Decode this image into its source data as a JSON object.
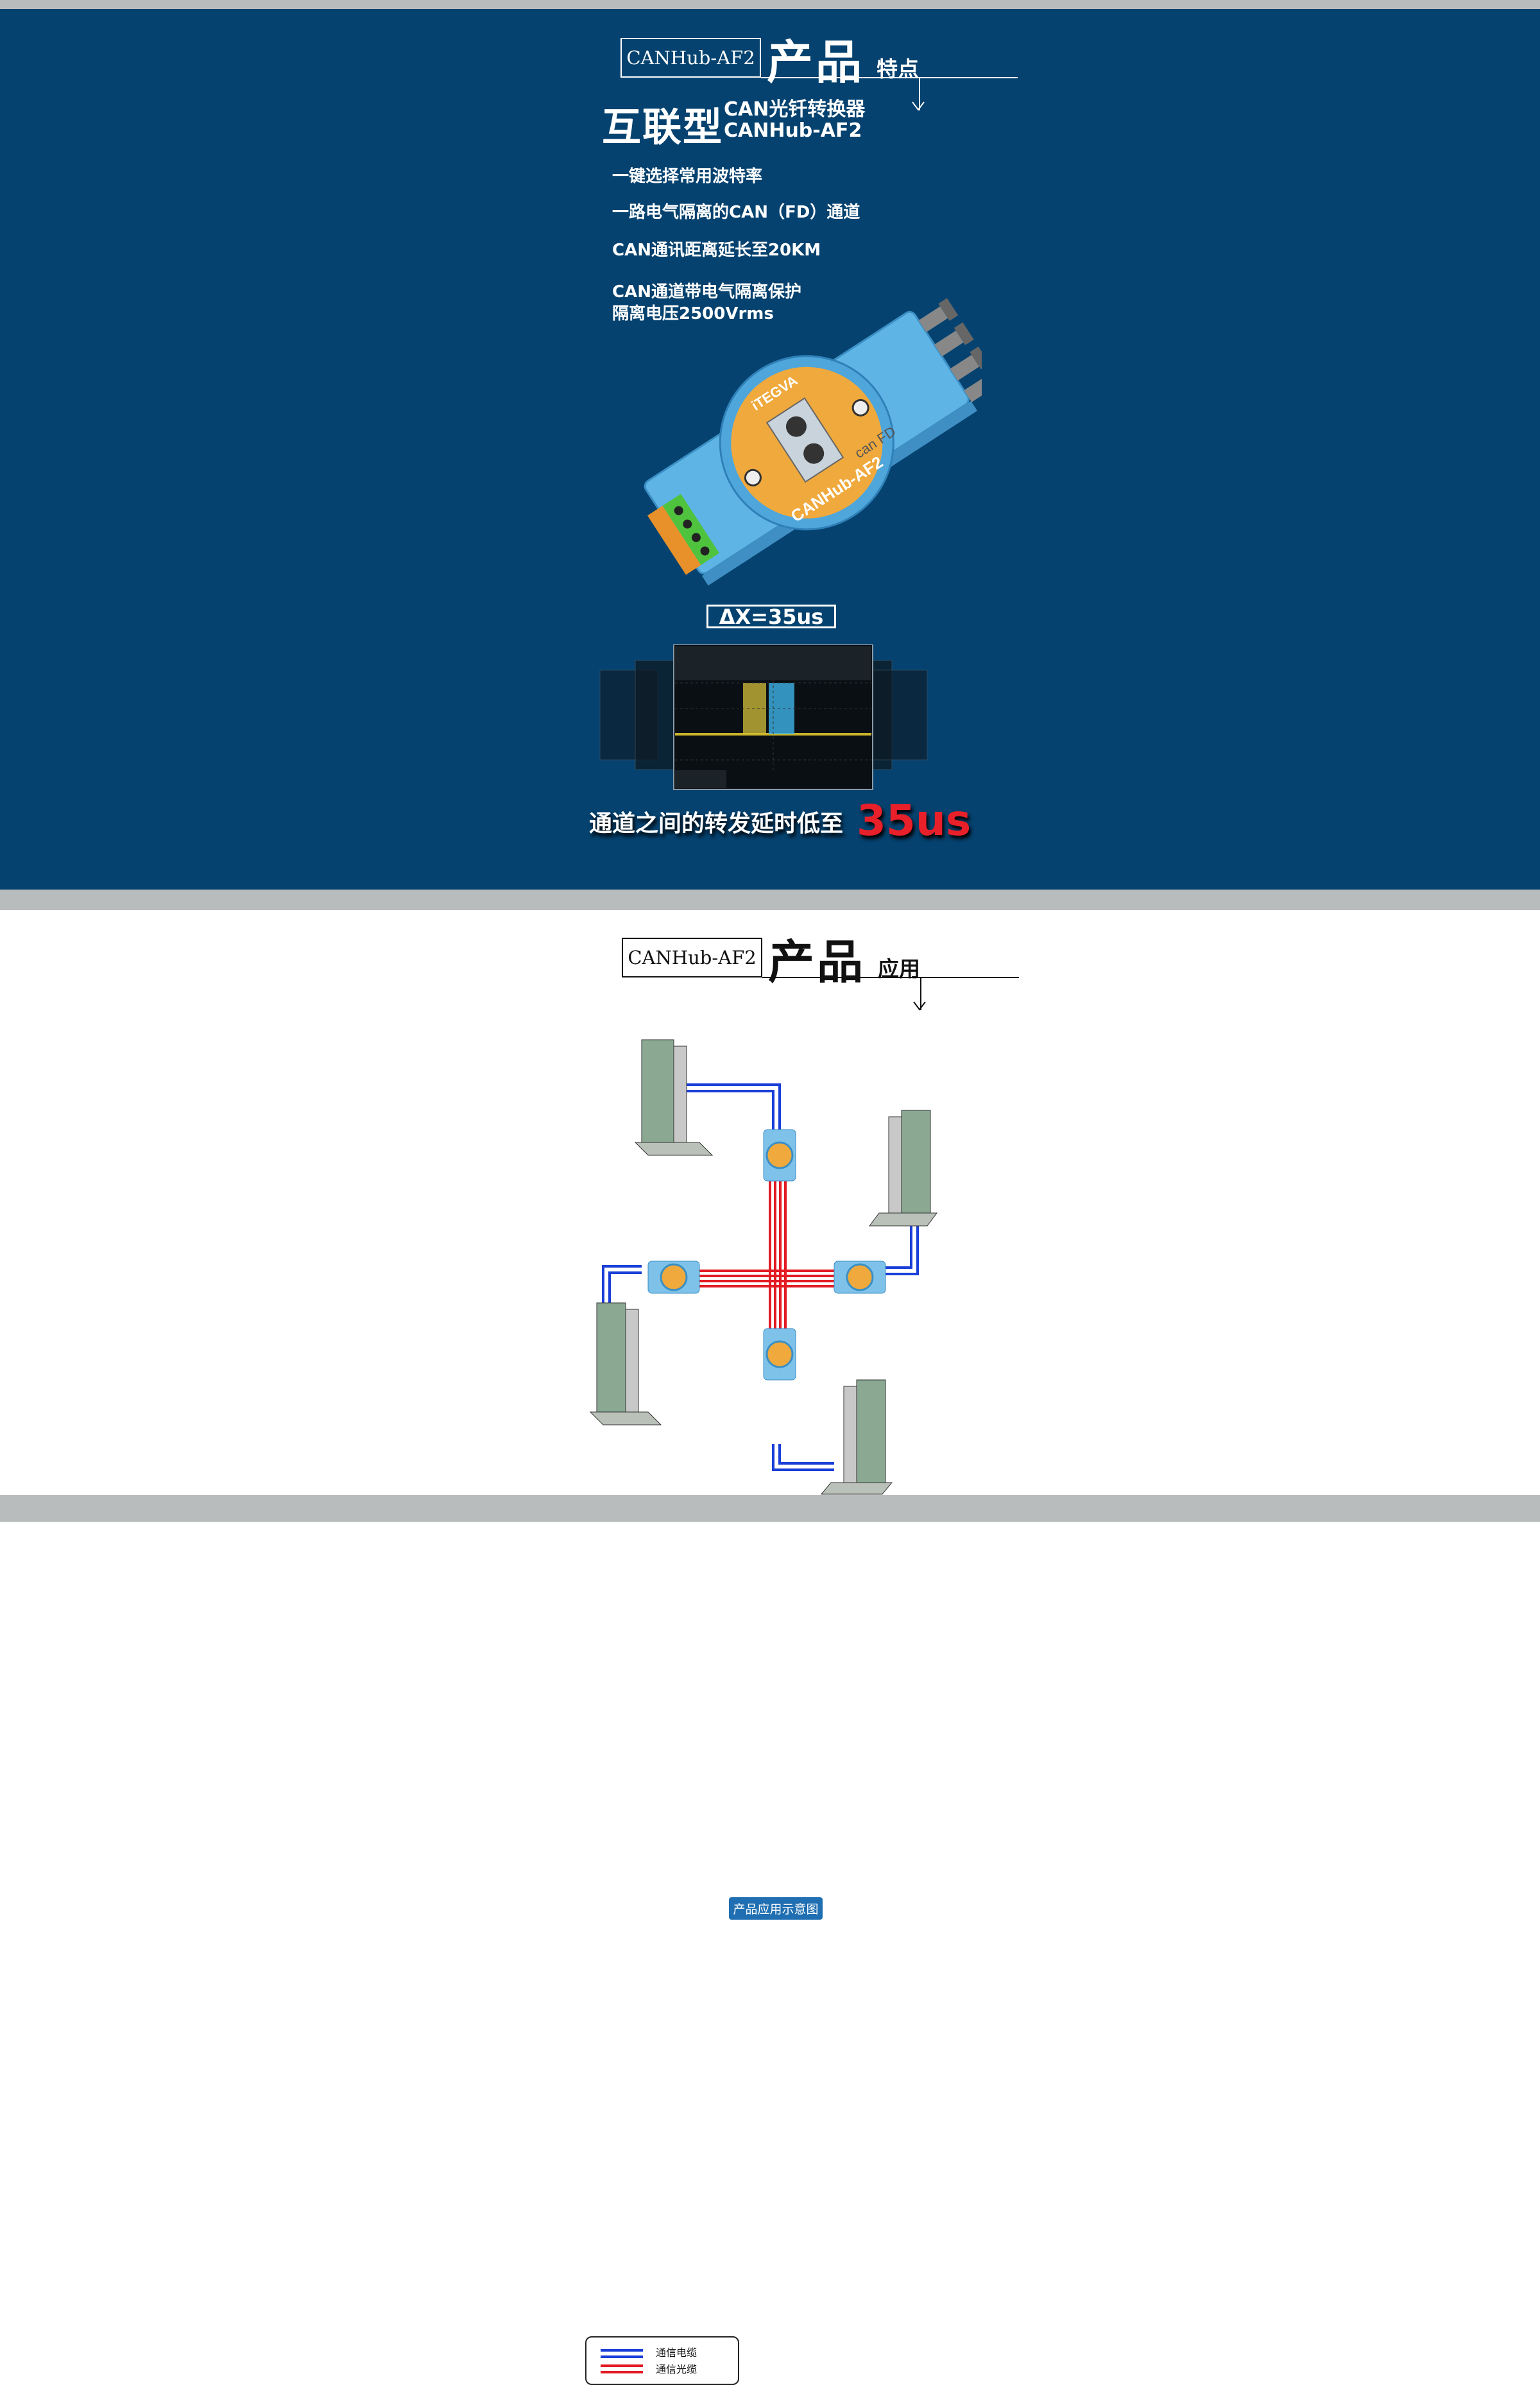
{
  "colors": {
    "panel_blue": "#05426f",
    "band_gray": "#b8bcbd",
    "device_blue": "#5fb4e6",
    "device_orange": "#f0a93c",
    "cable_blue": "#1a3fd8",
    "fiber_red": "#e21b24",
    "delay_red": "#e8202a"
  },
  "features_header": {
    "model": "CANHub-AF2",
    "big": "产品",
    "small": "特点"
  },
  "product": {
    "title": "互联型",
    "subtitle_line1": "CAN光钎转换器",
    "subtitle_line2": "CANHub-AF2"
  },
  "features": [
    "一键选择常用波特率",
    "一路电气隔离的CAN（FD）通道",
    "CAN通讯距离延长至20KM",
    "CAN通道带电气隔离保护",
    "隔离电压2500Vrms"
  ],
  "device": {
    "brand_icon": "device-photo",
    "brand": "iTEGVA",
    "label": "CANHub-AF2",
    "can_logo": "can FD"
  },
  "delta": {
    "label": "ΔX=35us"
  },
  "delay": {
    "text": "通道之间的转发延时低至",
    "value": "35us"
  },
  "app_header": {
    "model": "CANHub-AF2",
    "big": "产品",
    "small": "应用",
    "label": "产品应用示意图"
  },
  "legend": {
    "items": [
      {
        "label": "通信电缆",
        "color": "#1a3fd8"
      },
      {
        "label": "通信光缆",
        "color": "#e21b24"
      }
    ]
  }
}
